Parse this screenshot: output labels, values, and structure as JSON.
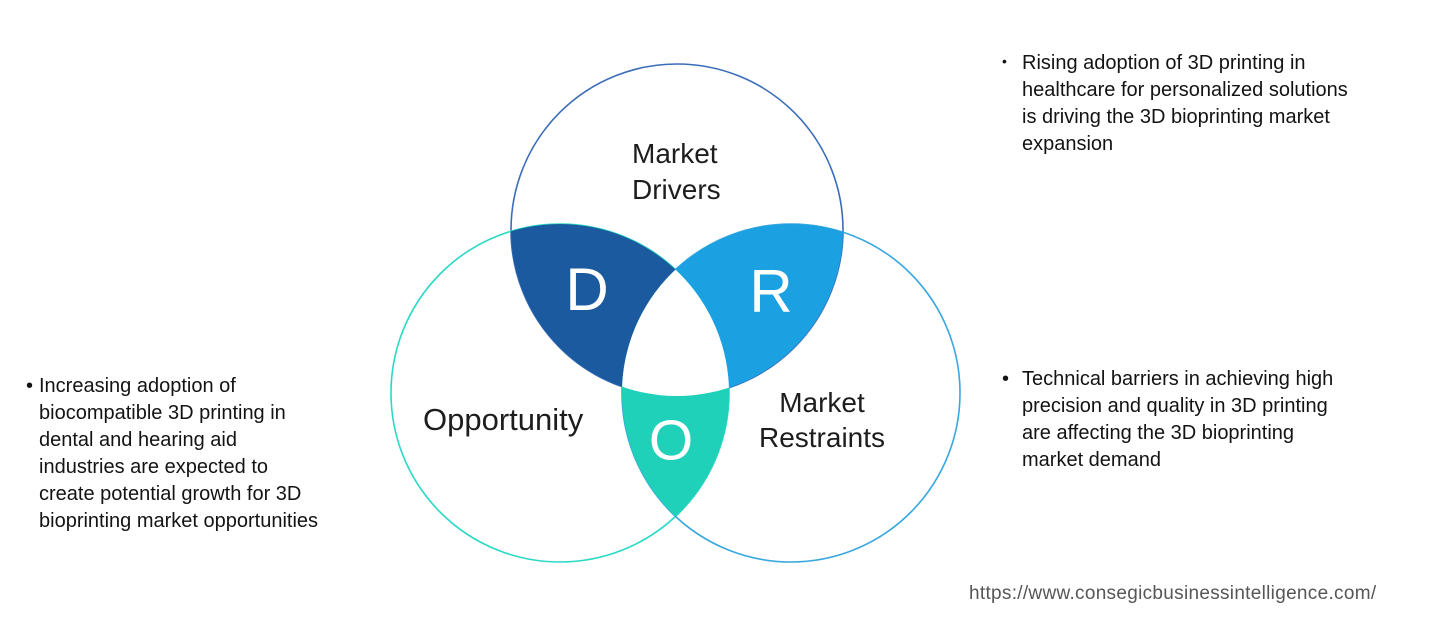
{
  "venn": {
    "letters": {
      "d": "D",
      "r": "R",
      "o": "O"
    },
    "labels": {
      "drivers": "Market\nDrivers",
      "opportunity": "Opportunity",
      "restraints": "Market\nRestraints"
    },
    "colors": {
      "d_fill": "#1b5a9e",
      "r_fill": "#1ba1e2",
      "o_fill": "#1fd1b8",
      "center_fill": "#ffffff",
      "drivers_stroke": "#3a6db8",
      "opportunity_stroke": "#2bd9c5",
      "restraints_stroke": "#38a8de",
      "letter_color": "#ffffff"
    }
  },
  "notes": {
    "bullet": "•",
    "driver": "Rising adoption of 3D printing in\nhealthcare for personalized solutions\nis driving the 3D bioprinting market\nexpansion",
    "opportunity": "Increasing adoption of\nbiocompatible 3D printing in\ndental and hearing aid\nindustries are expected to\ncreate potential growth for 3D\nbioprinting market opportunities",
    "restraint": "Technical barriers in achieving high\nprecision and quality in 3D printing\nare affecting the 3D bioprinting\nmarket demand"
  },
  "footer": {
    "url": "https://www.consegicbusinessintelligence.com/"
  }
}
